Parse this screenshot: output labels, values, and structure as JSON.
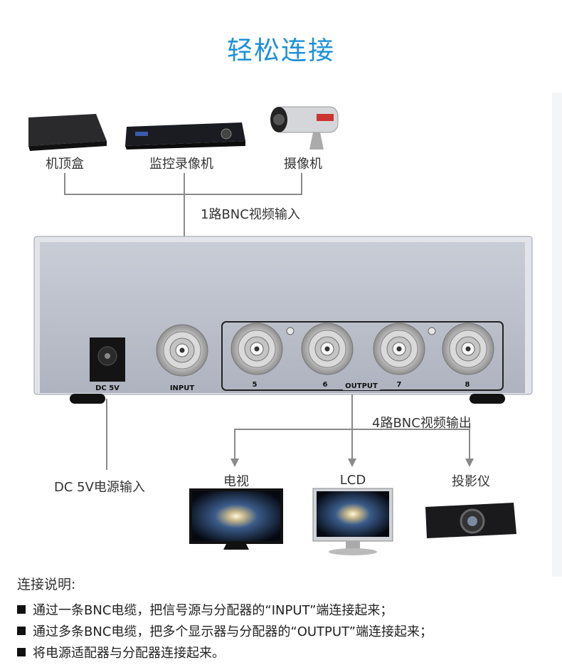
{
  "title": "轻松连接",
  "sources": [
    "机顶盒",
    "监控录像机",
    "摄像机"
  ],
  "input_label": "1路BNC视频输入",
  "device": {
    "dc_label": "DC 5V",
    "input_label": "INPUT",
    "output_label": "OUTPUT",
    "port_numbers": [
      "5",
      "6",
      "7",
      "8"
    ]
  },
  "output_caption": "4路BNC视频输出",
  "power_caption": "DC 5V电源输入",
  "displays": [
    "电视",
    "LCD",
    "投影仪"
  ],
  "notes": {
    "heading": "连接说明:",
    "items": [
      "通过一条BNC电缆，把信号源与分配器的“INPUT”端连接起来；",
      "通过多条BNC电缆，把多个显示器与分配器的“OUTPUT”端连接起来；",
      "将电源适配器与分配器连接起来。"
    ]
  },
  "colors": {
    "title": "#1e90d8",
    "panel": "#b7bcc8",
    "line": "#8a8a8a"
  }
}
